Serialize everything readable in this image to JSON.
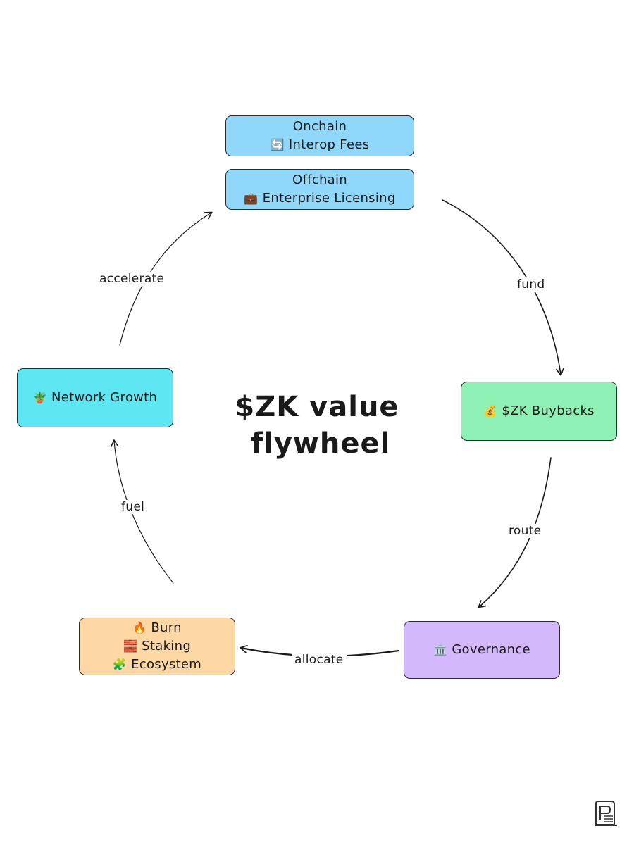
{
  "title": {
    "line1": "$ZK value",
    "line2": "flywheel"
  },
  "nodes": {
    "fees_onchain": {
      "line1": "Onchain",
      "line2": "Interop Fees",
      "icon": "refresh-icon",
      "color": "#8fd8fb"
    },
    "fees_offchain": {
      "line1": "Offchain",
      "line2": "Enterprise Licensing",
      "icon": "briefcase-icon",
      "color": "#8fd8fb"
    },
    "buybacks": {
      "label": "$ZK Buybacks",
      "icon": "money-bag-icon",
      "color": "#8ff0b4"
    },
    "governance": {
      "label": "Governance",
      "icon": "classical-building-icon",
      "color": "#d3b8fb"
    },
    "allocation": {
      "line1": "Burn",
      "line2": "Staking",
      "line3": "Ecosystem",
      "icons": [
        "fire-icon",
        "bricks-icon",
        "puzzle-piece-icon"
      ],
      "color": "#fdd7a4"
    },
    "growth": {
      "label": "Network Growth",
      "icon": "potted-plant-icon",
      "color": "#5fe6f3"
    }
  },
  "edges": {
    "fund": "fund",
    "route": "route",
    "allocate": "allocate",
    "fuel": "fuel",
    "accelerate": "accelerate"
  }
}
